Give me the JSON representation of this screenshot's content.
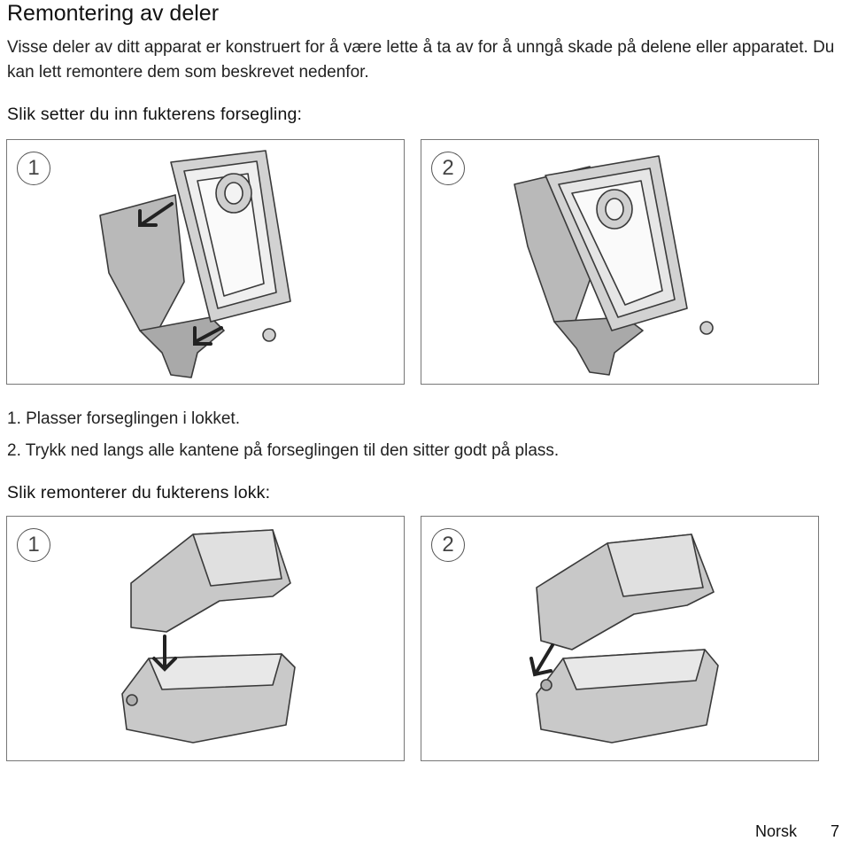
{
  "heading": "Remontering av deler",
  "intro": "Visse deler av ditt apparat er konstruert for å være lette å ta av for å unngå skade på delene eller apparatet. Du kan lett remontere dem som beskrevet nedenfor.",
  "section1": {
    "title": "Slik setter du inn fukterens forsegling:",
    "panels": [
      {
        "number": "1",
        "illustration": "seal-insert-arrows"
      },
      {
        "number": "2",
        "illustration": "seal-inserted"
      }
    ],
    "steps": [
      "1. Plasser forseglingen i lokket.",
      "2. Trykk ned langs alle kantene på forseglingen til den sitter godt på plass."
    ]
  },
  "section2": {
    "title": "Slik remonterer du fukterens lokk:",
    "panels": [
      {
        "number": "1",
        "illustration": "lid-lowering"
      },
      {
        "number": "2",
        "illustration": "lid-hinge-insert"
      }
    ]
  },
  "footer": {
    "language": "Norsk",
    "page": "7"
  }
}
